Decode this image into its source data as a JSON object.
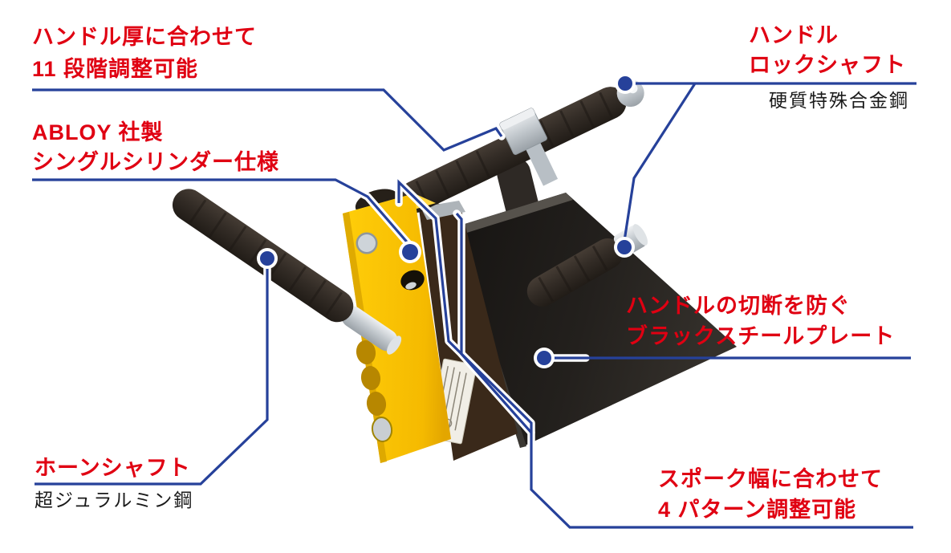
{
  "figure": {
    "kind": "annotated product diagram",
    "product": "handlebar lock with adjustable shafts"
  },
  "colors": {
    "accent_red": "#e00012",
    "line_blue": "#26419a",
    "body_yellow": "#f9c501",
    "body_yellow_shade": "#d9a300",
    "foam_dark": "#332c26",
    "plate_black": "#1c1a18",
    "bar_brown": "#3a291a",
    "metal_silver": "#c9ced3",
    "background": "#ffffff"
  },
  "callouts": [
    {
      "id": "handle-thickness",
      "lines": [
        "ハンドル厚に合わせて",
        "11 段階調整可能"
      ]
    },
    {
      "id": "abloy-cylinder",
      "lines": [
        "ABLOY 社製",
        "シングルシリンダー仕様"
      ]
    },
    {
      "id": "handle-lock-shaft",
      "lines": [
        "ハンドル",
        "ロックシャフト"
      ],
      "sub": "硬質特殊合金鋼"
    },
    {
      "id": "horn-shaft",
      "lines": [
        "ホーンシャフト"
      ],
      "sub": "超ジュラルミン鋼"
    },
    {
      "id": "black-steel-plate",
      "lines": [
        "ハンドルの切断を防ぐ",
        "ブラックスチールプレート"
      ]
    },
    {
      "id": "spoke-width",
      "lines": [
        "スポーク幅に合わせて",
        "4 パターン調整可能"
      ]
    }
  ]
}
